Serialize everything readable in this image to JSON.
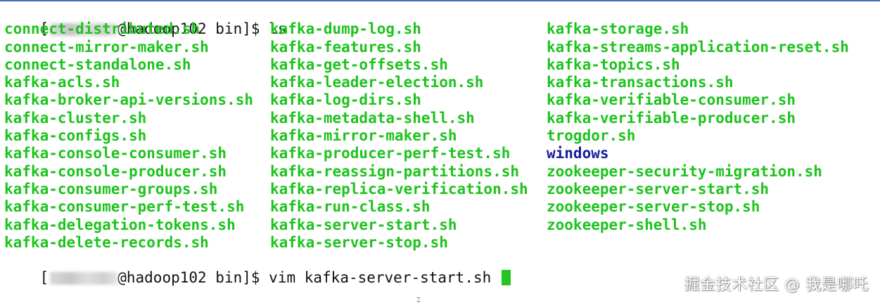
{
  "terminal": {
    "prompt1": {
      "host_suffix": "@hadoop102 bin]$ ",
      "command": "ls"
    },
    "listing": {
      "col1": [
        {
          "name": "connect-distributed.sh",
          "kind": "executable"
        },
        {
          "name": "connect-mirror-maker.sh",
          "kind": "executable"
        },
        {
          "name": "connect-standalone.sh",
          "kind": "executable"
        },
        {
          "name": "kafka-acls.sh",
          "kind": "executable"
        },
        {
          "name": "kafka-broker-api-versions.sh",
          "kind": "executable"
        },
        {
          "name": "kafka-cluster.sh",
          "kind": "executable"
        },
        {
          "name": "kafka-configs.sh",
          "kind": "executable"
        },
        {
          "name": "kafka-console-consumer.sh",
          "kind": "executable"
        },
        {
          "name": "kafka-console-producer.sh",
          "kind": "executable"
        },
        {
          "name": "kafka-consumer-groups.sh",
          "kind": "executable"
        },
        {
          "name": "kafka-consumer-perf-test.sh",
          "kind": "executable"
        },
        {
          "name": "kafka-delegation-tokens.sh",
          "kind": "executable"
        },
        {
          "name": "kafka-delete-records.sh",
          "kind": "executable"
        }
      ],
      "col2": [
        {
          "name": "kafka-dump-log.sh",
          "kind": "executable"
        },
        {
          "name": "kafka-features.sh",
          "kind": "executable"
        },
        {
          "name": "kafka-get-offsets.sh",
          "kind": "executable"
        },
        {
          "name": "kafka-leader-election.sh",
          "kind": "executable"
        },
        {
          "name": "kafka-log-dirs.sh",
          "kind": "executable"
        },
        {
          "name": "kafka-metadata-shell.sh",
          "kind": "executable"
        },
        {
          "name": "kafka-mirror-maker.sh",
          "kind": "executable"
        },
        {
          "name": "kafka-producer-perf-test.sh",
          "kind": "executable"
        },
        {
          "name": "kafka-reassign-partitions.sh",
          "kind": "executable"
        },
        {
          "name": "kafka-replica-verification.sh",
          "kind": "executable"
        },
        {
          "name": "kafka-run-class.sh",
          "kind": "executable"
        },
        {
          "name": "kafka-server-start.sh",
          "kind": "executable"
        },
        {
          "name": "kafka-server-stop.sh",
          "kind": "executable"
        }
      ],
      "col3": [
        {
          "name": "kafka-storage.sh",
          "kind": "executable"
        },
        {
          "name": "kafka-streams-application-reset.sh",
          "kind": "executable"
        },
        {
          "name": "kafka-topics.sh",
          "kind": "executable"
        },
        {
          "name": "kafka-transactions.sh",
          "kind": "executable"
        },
        {
          "name": "kafka-verifiable-consumer.sh",
          "kind": "executable"
        },
        {
          "name": "kafka-verifiable-producer.sh",
          "kind": "executable"
        },
        {
          "name": "trogdor.sh",
          "kind": "executable"
        },
        {
          "name": "windows",
          "kind": "directory"
        },
        {
          "name": "zookeeper-security-migration.sh",
          "kind": "executable"
        },
        {
          "name": "zookeeper-server-start.sh",
          "kind": "executable"
        },
        {
          "name": "zookeeper-server-stop.sh",
          "kind": "executable"
        },
        {
          "name": "zookeeper-shell.sh",
          "kind": "executable"
        }
      ]
    },
    "prompt2": {
      "host_suffix": "@hadoop102 bin]$ ",
      "command": "vim kafka-server-start.sh "
    },
    "colors": {
      "executable": "#1ec31e",
      "directory": "#1a1a9e",
      "cursor": "#22c522",
      "text": "#111111"
    }
  },
  "watermark": {
    "text": "掘金技术社区 @ 我是哪吒"
  },
  "mouse": {
    "glyph": "⌶"
  }
}
